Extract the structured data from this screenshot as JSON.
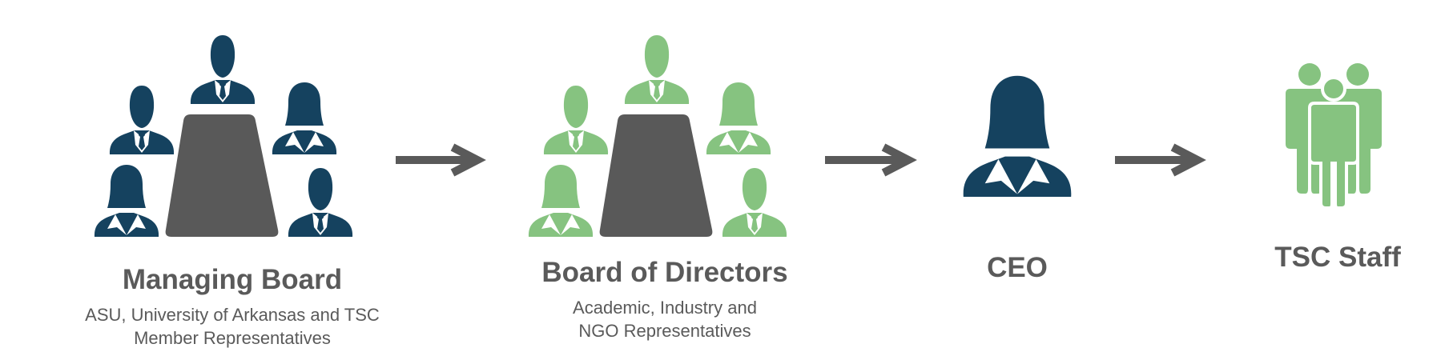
{
  "colors": {
    "navy": "#15425f",
    "green": "#86c380",
    "table": "#595959",
    "arrow": "#5a5a5a",
    "text": "#5a5a5a"
  },
  "steps": [
    {
      "title": "Managing Board",
      "subtitle_lines": [
        "ASU, University of Arkansas and TSC",
        "Member Representatives"
      ],
      "icon": "board-meeting-icon"
    },
    {
      "title": "Board of Directors",
      "subtitle_lines": [
        "Academic, Industry and",
        "NGO Representatives"
      ],
      "icon": "board-meeting-icon"
    },
    {
      "title": "CEO",
      "icon": "businesswoman-icon"
    },
    {
      "title": "TSC Staff",
      "icon": "staff-group-icon"
    }
  ],
  "arrows": [
    "arrow-right-icon",
    "arrow-right-icon",
    "arrow-right-icon"
  ]
}
